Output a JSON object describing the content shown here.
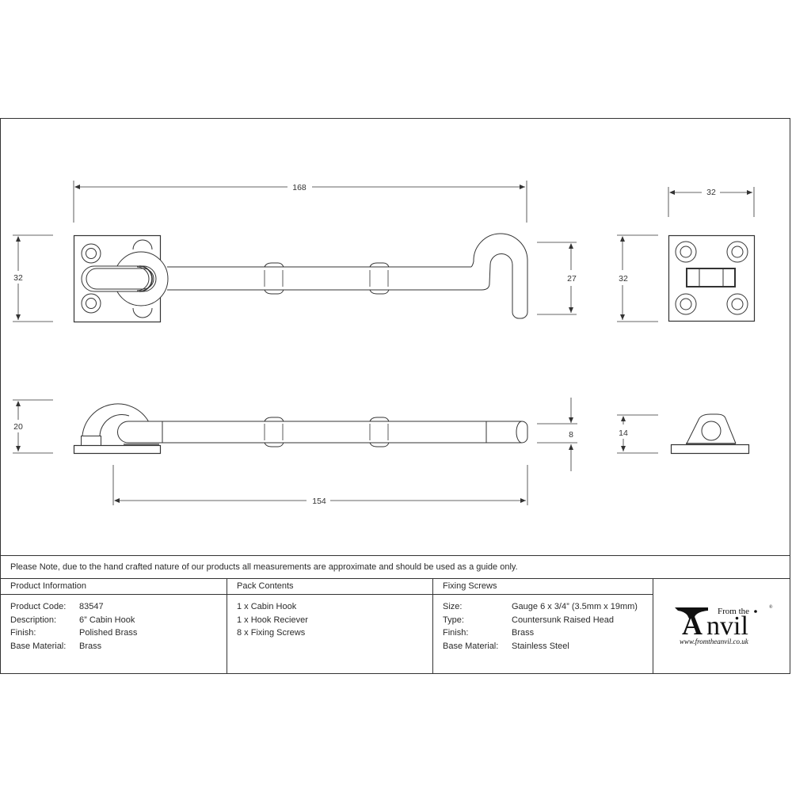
{
  "drawing": {
    "dimensions": {
      "hook_overall_length": "168",
      "hook_plate_height": "32",
      "hook_eye_drop": "27",
      "receiver_plate_width": "32",
      "receiver_plate_height": "32",
      "side_view_height": "20",
      "rod_diameter": "8",
      "receiver_side_height": "14",
      "rod_length": "154"
    }
  },
  "note": "Please Note, due to the hand crafted nature of our products all measurements are approximate and should be used as a guide only.",
  "product_information": {
    "heading": "Product Information",
    "rows": [
      {
        "label": "Product Code:",
        "value": "83547"
      },
      {
        "label": "Description:",
        "value": "6” Cabin Hook"
      },
      {
        "label": "Finish:",
        "value": "Polished Brass"
      },
      {
        "label": "Base Material:",
        "value": "Brass"
      }
    ]
  },
  "pack_contents": {
    "heading": "Pack Contents",
    "items": [
      "1 x Cabin Hook",
      "1 x Hook Reciever",
      "8 x Fixing Screws"
    ]
  },
  "fixing_screws": {
    "heading": "Fixing Screws",
    "rows": [
      {
        "label": "Size:",
        "value": "Gauge 6 x 3/4” (3.5mm x 19mm)"
      },
      {
        "label": "Type:",
        "value": "Countersunk Raised Head"
      },
      {
        "label": "Finish:",
        "value": "Brass"
      },
      {
        "label": "Base Material:",
        "value": "Stainless Steel"
      }
    ]
  },
  "logo": {
    "from_the": "From the",
    "brand": "Anvil",
    "registered": "®",
    "url": "www.fromtheanvil.co.uk"
  }
}
